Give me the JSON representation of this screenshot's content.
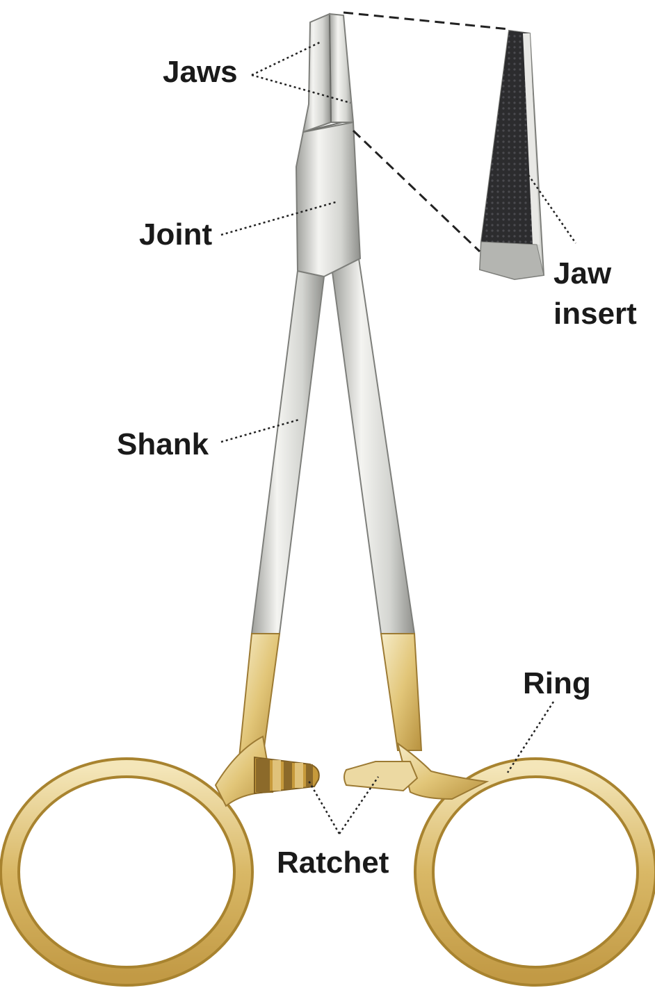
{
  "labels": {
    "jaws": "Jaws",
    "joint": "Joint",
    "jaw_insert_line1": "Jaw",
    "jaw_insert_line2": "insert",
    "shank": "Shank",
    "ring": "Ring",
    "ratchet": "Ratchet"
  },
  "colors": {
    "steel_light": "#f2f2ef",
    "steel_mid": "#c9cac6",
    "steel_dark": "#8f908c",
    "gold_light": "#f3e6bd",
    "gold_mid": "#dcbc6e",
    "gold_dark": "#b08a3a",
    "insert_dark": "#2a2a2c",
    "leader": "#222222"
  }
}
